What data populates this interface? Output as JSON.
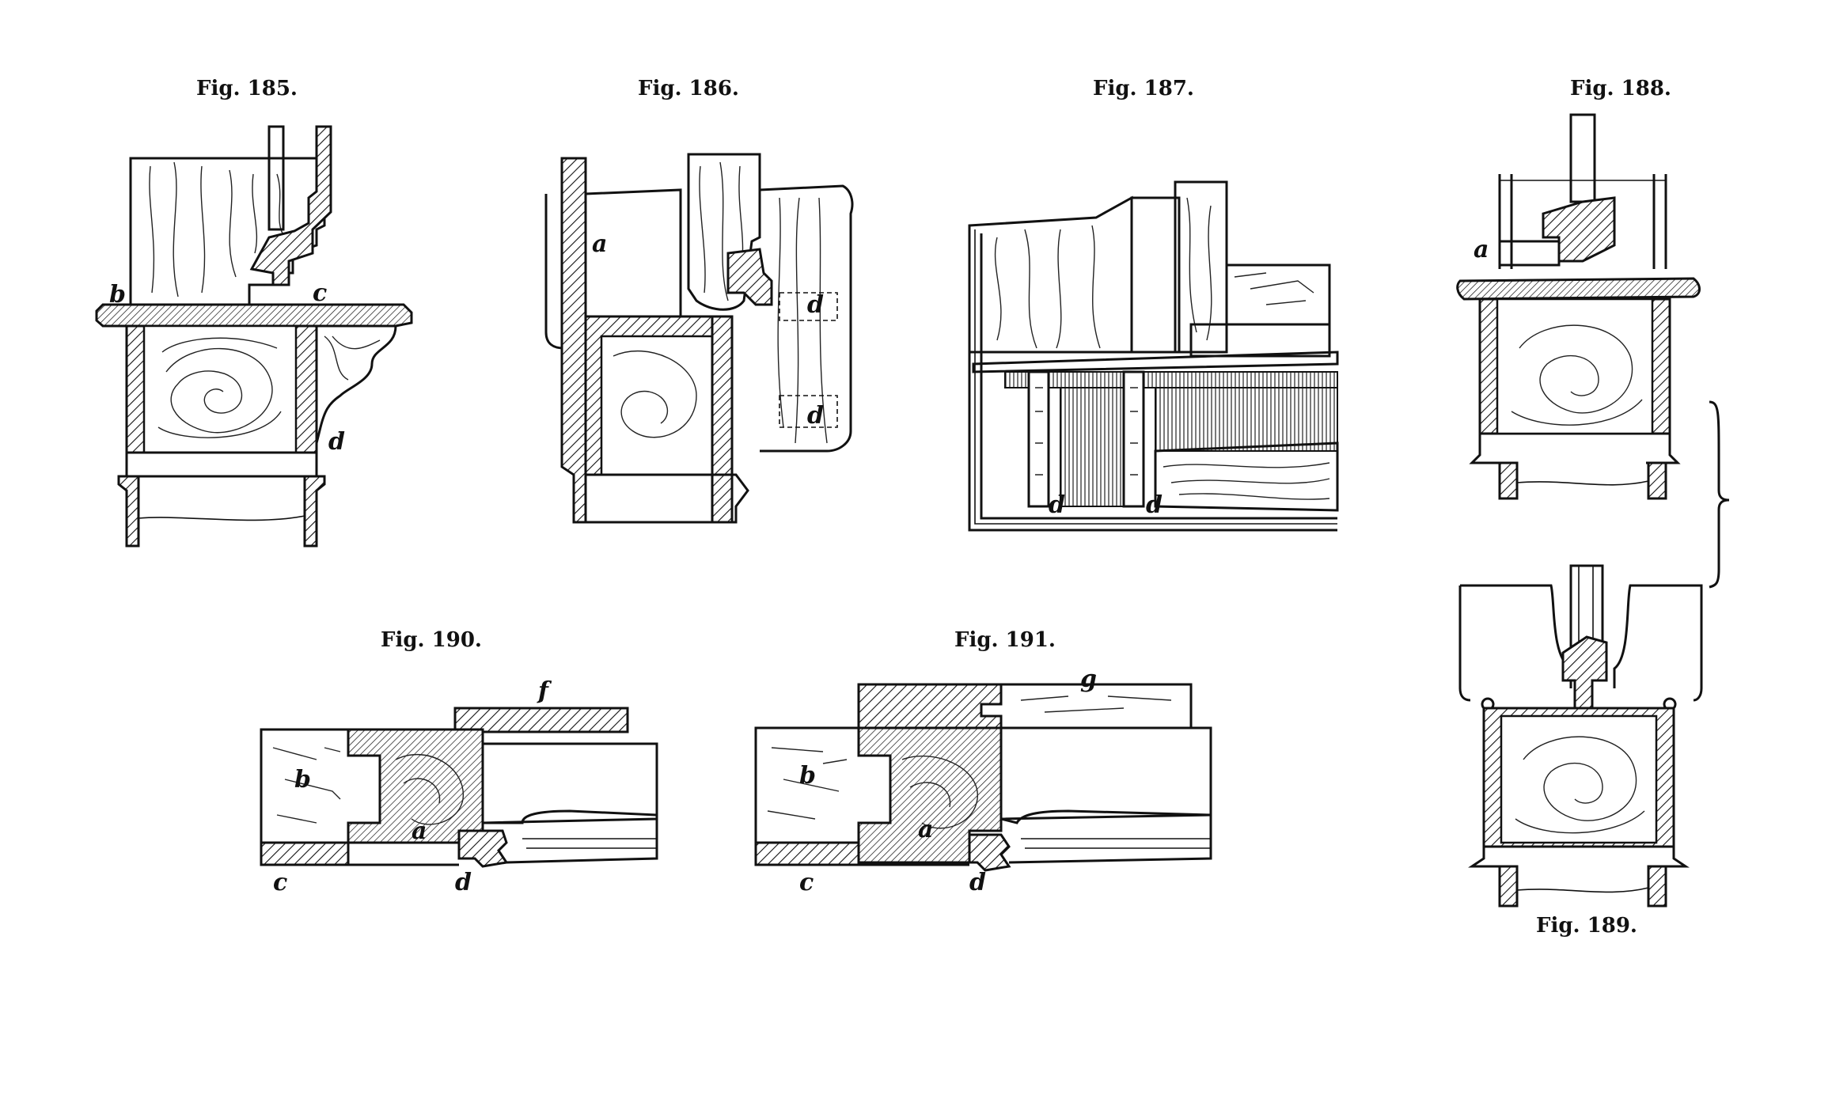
{
  "figures": {
    "fig185": {
      "caption": "Fig. 185.",
      "labels": {
        "b": "b",
        "c": "c",
        "d": "d"
      }
    },
    "fig186": {
      "caption": "Fig. 186.",
      "labels": {
        "a": "a",
        "d1": "d",
        "d2": "d"
      }
    },
    "fig187": {
      "caption": "Fig. 187.",
      "labels": {
        "d1": "d",
        "d2": "d"
      }
    },
    "fig188": {
      "caption": "Fig. 188.",
      "labels": {
        "a": "a"
      }
    },
    "fig189": {
      "caption": "Fig. 189."
    },
    "fig190": {
      "caption": "Fig. 190.",
      "labels": {
        "f": "f",
        "b": "b",
        "a": "a",
        "c": "c",
        "d": "d"
      }
    },
    "fig191": {
      "caption": "Fig. 191.",
      "labels": {
        "g": "g",
        "b": "b",
        "a": "a",
        "c": "c",
        "d": "d"
      }
    }
  }
}
